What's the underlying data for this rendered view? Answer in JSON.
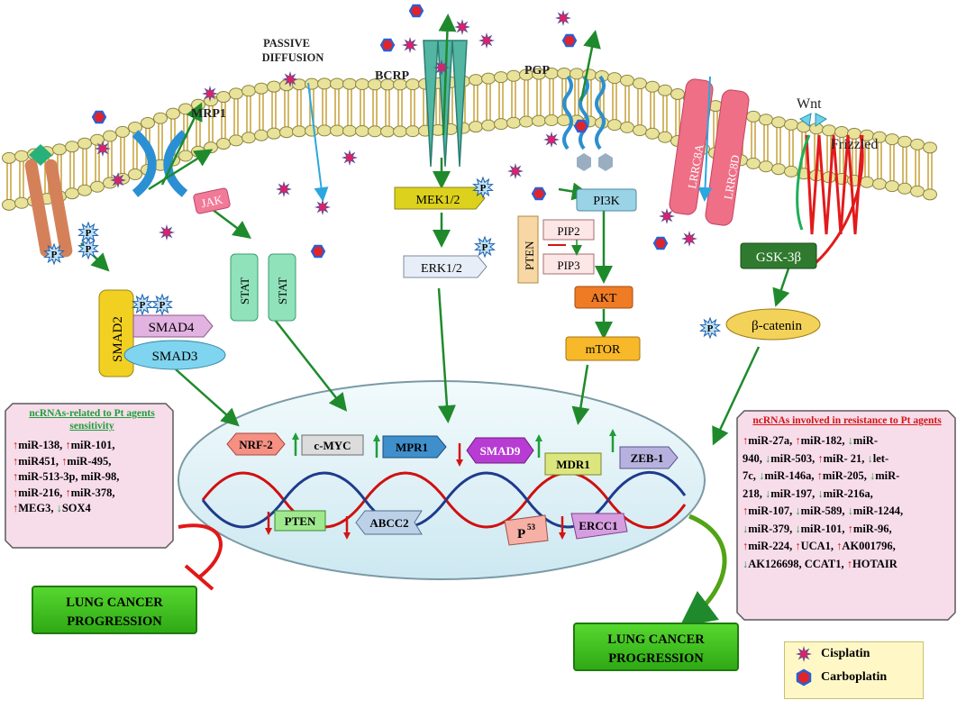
{
  "membrane": {
    "passive_diffusion": [
      "PASSIVE",
      "DIFFUSION"
    ],
    "bcrp": "BCRP",
    "pgp": "PGP",
    "mrp1": "MRP1",
    "lrrc8a": "LRRC8A",
    "lrrc8d": "LRRC8D",
    "wnt": "Wnt",
    "frizzled": "Frizzled"
  },
  "signaling": {
    "jak": "JAK",
    "stat": "STAT",
    "mek": "MEK1/2",
    "erk": "ERK1/2",
    "pi3k": "PI3K",
    "pten": "PTEN",
    "pip2": "PIP2",
    "pip3": "PIP3",
    "akt": "AKT",
    "mtor": "mTOR",
    "gsk": "GSK-3β",
    "beta_catenin": "β-catenin",
    "smad2": "SMAD2",
    "smad3": "SMAD3",
    "smad4": "SMAD4",
    "p": "P"
  },
  "nucleus": {
    "nrf2": "NRF-2",
    "cmyc": "c-MYC",
    "mpr1": "MPR1",
    "smad9": "SMAD9",
    "mdr1": "MDR1",
    "zeb1": "ZEB-1",
    "pten": "PTEN",
    "abcc2": "ABCC2",
    "p53": "P",
    "p53_sup": "53",
    "ercc1": "ERCC1"
  },
  "left_panel": {
    "title": "ncRNAs-related to Pt agents sensitivity",
    "lines": [
      [
        {
          "d": "up",
          "t": "miR-138,"
        },
        {
          "d": "up",
          "t": "miR-101,"
        }
      ],
      [
        {
          "d": "up",
          "t": "miR451,"
        },
        {
          "d": "up",
          "t": "miR-495,"
        }
      ],
      [
        {
          "d": "up",
          "t": "miR-513-3p,"
        },
        {
          "d": "",
          "t": "miR-98,"
        }
      ],
      [
        {
          "d": "up",
          "t": "miR-216,"
        },
        {
          "d": "up",
          "t": "miR-378,"
        }
      ],
      [
        {
          "d": "up",
          "t": "MEG3,"
        },
        {
          "d": "dn",
          "t": "SOX4"
        }
      ]
    ]
  },
  "right_panel": {
    "title": "ncRNAs involved in resistance to Pt agents",
    "lines": [
      [
        {
          "d": "up",
          "t": "miR-27a,"
        },
        {
          "d": "up",
          "t": "miR-182,"
        },
        {
          "d": "dn",
          "t": "miR-"
        }
      ],
      [
        {
          "d": "",
          "t": "940,"
        },
        {
          "d": "dn",
          "t": "miR-503,"
        },
        {
          "d": "up",
          "t": "miR- 21,"
        },
        {
          "d": "dn",
          "t": "let-"
        }
      ],
      [
        {
          "d": "",
          "t": "7c,"
        },
        {
          "d": "dn",
          "t": "miR-146a,"
        },
        {
          "d": "up",
          "t": "miR-205,"
        },
        {
          "d": "dn",
          "t": "miR-"
        }
      ],
      [
        {
          "d": "",
          "t": "218,"
        },
        {
          "d": "dn",
          "t": "miR-197,"
        },
        {
          "d": "dn",
          "t": "miR-216a,"
        }
      ],
      [
        {
          "d": "up",
          "t": "miR-107,"
        },
        {
          "d": "dn",
          "t": "miR-589,"
        },
        {
          "d": "dn",
          "t": "miR-1244,"
        }
      ],
      [
        {
          "d": "dn",
          "t": "miR-379,"
        },
        {
          "d": "dn",
          "t": "miR-101,"
        },
        {
          "d": "up",
          "t": "miR-96,"
        }
      ],
      [
        {
          "d": "up",
          "t": "miR-224,"
        },
        {
          "d": "up",
          "t": "UCA1,"
        },
        {
          "d": "up",
          "t": "AK001796,"
        }
      ],
      [
        {
          "d": "dn",
          "t": "AK126698,"
        },
        {
          "d": "",
          "t": "CCAT1,"
        },
        {
          "d": "up",
          "t": "HOTAIR"
        }
      ]
    ]
  },
  "outcomes": {
    "left": [
      "LUNG CANCER",
      "PROGRESSION"
    ],
    "right": [
      "LUNG CANCER",
      "PROGRESSION"
    ]
  },
  "legend": {
    "cisplatin": "Cisplatin",
    "carboplatin": "Carboplatin"
  },
  "colors": {
    "membrane_head": "#e9e29a",
    "membrane_tail": "#c9a642",
    "nucleus_fill": "#dff1f6",
    "outcome_green": "#3cc31f",
    "panel_fill": "#f7dcea",
    "up_arrow": "#d21414",
    "down_arrow": "#1e9e3a"
  }
}
